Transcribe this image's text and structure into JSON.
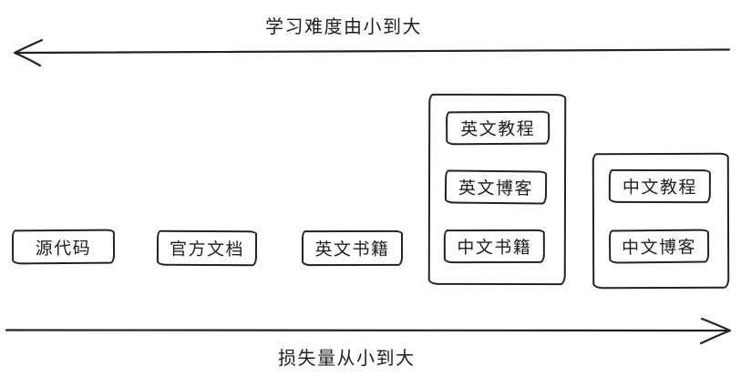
{
  "diagram": {
    "background_color": "#ffffff",
    "stroke_color": "#222222",
    "top_axis": {
      "label": "学习难度由小到大",
      "arrow_direction": "left"
    },
    "bottom_axis": {
      "label": "损失量从小到大",
      "arrow_direction": "right"
    },
    "standalone_boxes": [
      {
        "label": "源代码"
      },
      {
        "label": "官方文档"
      },
      {
        "label": "英文书籍"
      }
    ],
    "group_english": {
      "items": [
        {
          "label": "英文教程"
        },
        {
          "label": "英文博客"
        },
        {
          "label": "中文书籍"
        }
      ]
    },
    "group_chinese": {
      "items": [
        {
          "label": "中文教程"
        },
        {
          "label": "中文博客"
        }
      ]
    }
  }
}
